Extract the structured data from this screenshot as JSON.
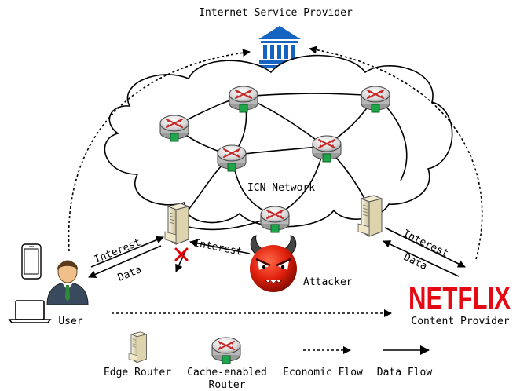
{
  "title": "Internet Service Provider",
  "network_label": "ICN Network",
  "actors": {
    "user": "User",
    "attacker": "Attacker",
    "content_provider": "Content Provider",
    "brand": "NETFLIX"
  },
  "flow_labels": {
    "user_interest": "Interest",
    "user_data": "Data",
    "attacker_interest": "Interest",
    "provider_interest": "Interest",
    "provider_data": "Data"
  },
  "legend": {
    "edge_router": "Edge Router",
    "cache_router_line1": "Cache-enabled",
    "cache_router_line2": "Router",
    "economic_flow": "Economic Flow",
    "data_flow": "Data Flow"
  },
  "colors": {
    "isp_blue": "#1565c0",
    "router_red": "#c62828",
    "cache_green": "#1fa64a",
    "attacker_red": "#d81b0c",
    "brand_red": "#e50914",
    "block_mark": "#e00000"
  },
  "icons": [
    "bank-icon",
    "router-icon",
    "server-icon",
    "phone-icon",
    "laptop-icon",
    "user-avatar-icon",
    "devil-icon"
  ]
}
